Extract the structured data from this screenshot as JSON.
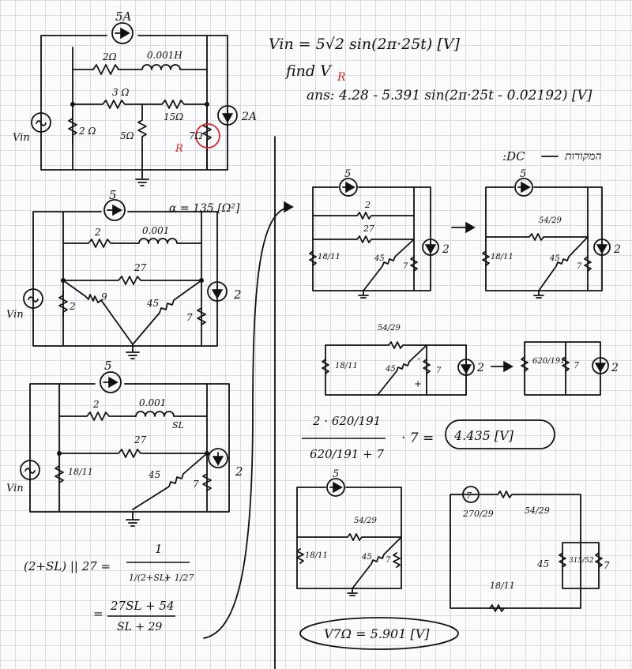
{
  "header": {
    "vin_eq": "Vin = 5√2 sin(2π·25t) [V]",
    "find": "find V",
    "find_sub": "R",
    "ans": "ans: 4.28 - 5.391 sin(2π·25t - 0.02192) [V]"
  },
  "c1": {
    "src_top": "5A",
    "r1": "2Ω",
    "l1": "0.001H",
    "r2": "3 Ω",
    "r3": "15Ω",
    "r4": "2 Ω",
    "r5": "5Ω",
    "r6": "7Ω",
    "rname": "R",
    "isrc": "2A",
    "vin": "Vin"
  },
  "c2": {
    "src_top": "5",
    "alpha": "α = 135 [Ω²]",
    "r1": "2",
    "l1": "0.001",
    "r2": "27",
    "r3": "9",
    "r4": "45",
    "r5": "2",
    "r6": "7",
    "isrc": "2",
    "vin": "Vin"
  },
  "c3": {
    "src_top": "5",
    "r1": "2",
    "l1": "0.001",
    "sl": "SL",
    "r2": "27",
    "r3": "45",
    "r4": "18/11",
    "r6": "7",
    "isrc": "2",
    "vin": "Vin"
  },
  "calc_left": {
    "line1": "(2+SL) || 27 =",
    "line1_num": "1",
    "line1_den_a": "1/(2+SL)",
    "line1_den_b": "+ 1/27",
    "line2_eq": "=",
    "line2_num": "27SL + 54",
    "line2_den": "SL + 29"
  },
  "dc": {
    "title": ":DC",
    "title_heb": "המקורות",
    "d1": {
      "src": "5",
      "r1": "2",
      "r2": "27",
      "r3": "18/11",
      "r4": "45",
      "r5": "7",
      "isrc": "2"
    },
    "d2": {
      "src": "5",
      "r2": "54/29",
      "r3": "18/11",
      "r4": "45",
      "r5": "7",
      "isrc": "2"
    },
    "d3": {
      "r1": "18/11",
      "r2": "54/29",
      "r3": "45",
      "plus": "+",
      "minus": "-",
      "r4": "7",
      "isrc": "2"
    },
    "d4": {
      "r1": "620/191",
      "r2": "7",
      "isrc": "2"
    },
    "calc_num": "2 · 620/191",
    "calc_den": "620/191 + 7",
    "calc_mult": "· 7 =",
    "result": "4.435 [V]",
    "d5": {
      "src": "5",
      "r1": "18/11",
      "r2": "54/29",
      "r3": "45",
      "r4": "7"
    },
    "d6": {
      "src": "7",
      "r1": "270/29",
      "r2": "54/29",
      "r3": "45",
      "r4": "315/52",
      "r5": "7",
      "r6": "18/11"
    },
    "final": "V7Ω = 5.901 [V]"
  }
}
